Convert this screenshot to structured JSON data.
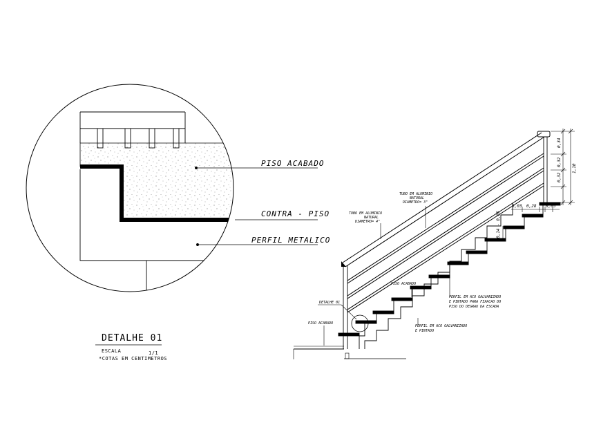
{
  "detail_circle": {
    "labels": {
      "finished_floor": "PISO ACABADO",
      "counter_floor": "CONTRA - PISO",
      "metal_profile": "PERFIL METALICO"
    }
  },
  "title_block": {
    "title": "DETALHE 01",
    "scale_label": "ESCALA",
    "scale_value": "1/1",
    "note": "*COTAS EM CENTIMETROS"
  },
  "stair": {
    "notes": {
      "tube_top_1": "TUBO EM ALUMINIO",
      "tube_top_2": "NATURAL",
      "tube_top_3": "DIAMETRO= 3\"",
      "tube_left_1": "TUBO EM ALUMINIO",
      "tube_left_2": "NATURAL",
      "tube_left_3": "DIAMETRO= 4\"",
      "step_floor": "PISO ACABADO",
      "profile_top_1": "PERFIL EM ACO GALVANIZADO",
      "profile_top_2": "E PINTADO PARA FIXACAO DO",
      "profile_top_3": "PISO DO DEGRAU DA ESCADA",
      "profile_bottom_1": "PERFIL EM ACO GALVANIZADO",
      "profile_bottom_2": "E PINTADO",
      "detail_ref": "DETALHE 01",
      "ground_floor": "PISO ACABADO"
    },
    "dimensions": {
      "rail_total": "1,10",
      "rail_seg_1": "0,34",
      "rail_seg_2": "0,32",
      "rail_seg_3": "0,32",
      "tread_left": "0,03",
      "tread_mid": "0,28",
      "tread_right": "0,05",
      "riser": "0,14 - 0,05"
    }
  }
}
